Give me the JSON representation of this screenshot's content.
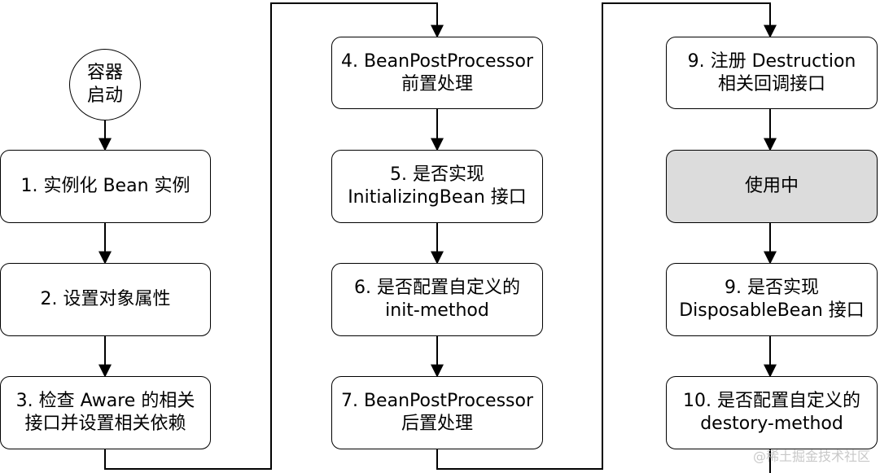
{
  "start": {
    "lines": [
      "容器",
      "启动"
    ]
  },
  "steps": [
    {
      "id": "step-1",
      "lines": [
        "1. 实例化 Bean 实例"
      ]
    },
    {
      "id": "step-2",
      "lines": [
        "2. 设置对象属性"
      ]
    },
    {
      "id": "step-3",
      "lines": [
        "3. 检查 Aware 的相关",
        "接口并设置相关依赖"
      ]
    },
    {
      "id": "step-4",
      "lines": [
        "4. BeanPostProcessor",
        "前置处理"
      ]
    },
    {
      "id": "step-5",
      "lines": [
        "5. 是否实现",
        "InitializingBean 接口"
      ]
    },
    {
      "id": "step-6",
      "lines": [
        "6. 是否配置自定义的",
        "init-method"
      ]
    },
    {
      "id": "step-7",
      "lines": [
        "7. BeanPostProcessor",
        "后置处理"
      ]
    },
    {
      "id": "step-9a",
      "lines": [
        "9. 注册 Destruction",
        "相关回调接口"
      ]
    },
    {
      "id": "in-use",
      "lines": [
        "使用中"
      ]
    },
    {
      "id": "step-9b",
      "lines": [
        "9. 是否实现",
        "DisposableBean 接口"
      ]
    },
    {
      "id": "step-10",
      "lines": [
        "10. 是否配置自定义的",
        "destory-method"
      ]
    }
  ],
  "watermark": "@稀土掘金技术社区",
  "colors": {
    "box_fill": "#ffffff",
    "active_fill": "#dcdcdc",
    "stroke": "#000000",
    "watermark": "#c8c8c8"
  }
}
